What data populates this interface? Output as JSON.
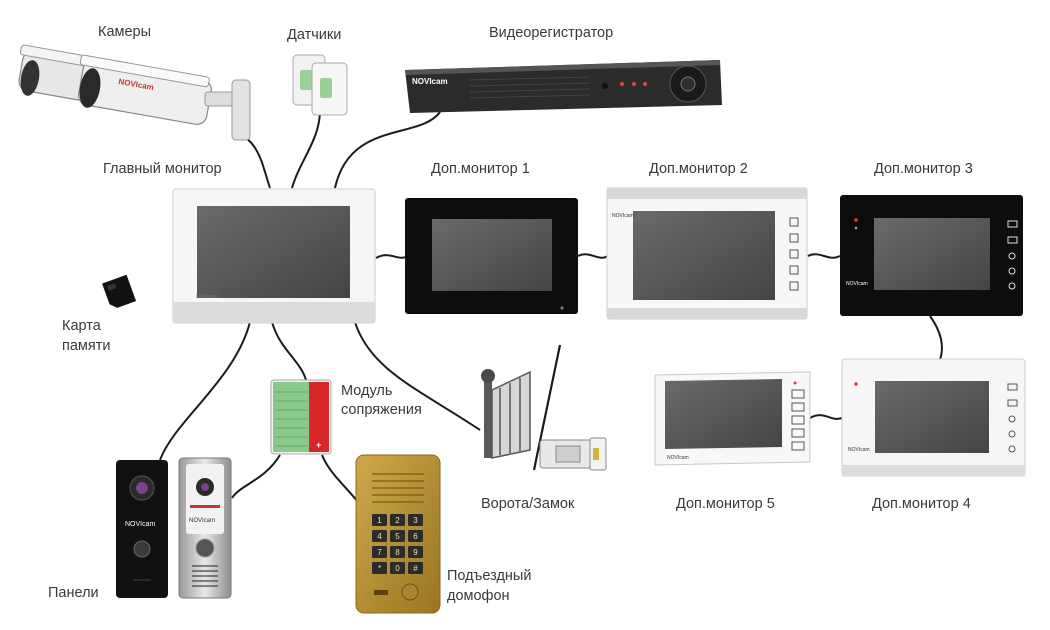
{
  "labels": {
    "cameras": "Камеры",
    "sensors": "Датчики",
    "dvr": "Видеорегистратор",
    "main_monitor": "Главный монитор",
    "extra_monitor_1": "Доп.монитор 1",
    "extra_monitor_2": "Доп.монитор 2",
    "extra_monitor_3": "Доп.монитор 3",
    "extra_monitor_4": "Доп.монитор 4",
    "extra_monitor_5": "Доп.монитор 5",
    "memory_card_line1": "Карта",
    "memory_card_line2": "памяти",
    "interface_module_line1": "Модуль",
    "interface_module_line2": "сопряжения",
    "gate_lock": "Ворота/Замок",
    "panels": "Панели",
    "entrance_intercom_line1": "Подъездный",
    "entrance_intercom_line2": "домофон"
  },
  "brand": {
    "name": "NOVIcam",
    "dvr_logo": "NOVIcam"
  },
  "keypad_keys": [
    "1",
    "2",
    "3",
    "4",
    "5",
    "6",
    "7",
    "8",
    "9",
    "*",
    "0",
    "#"
  ],
  "colors": {
    "wire": "#1b1b1b",
    "label_text": "#3a3a3a",
    "intercom_gold": "#b8922e",
    "module_red": "#d92727",
    "module_green": "#8bc98a",
    "screen": "#555555"
  }
}
